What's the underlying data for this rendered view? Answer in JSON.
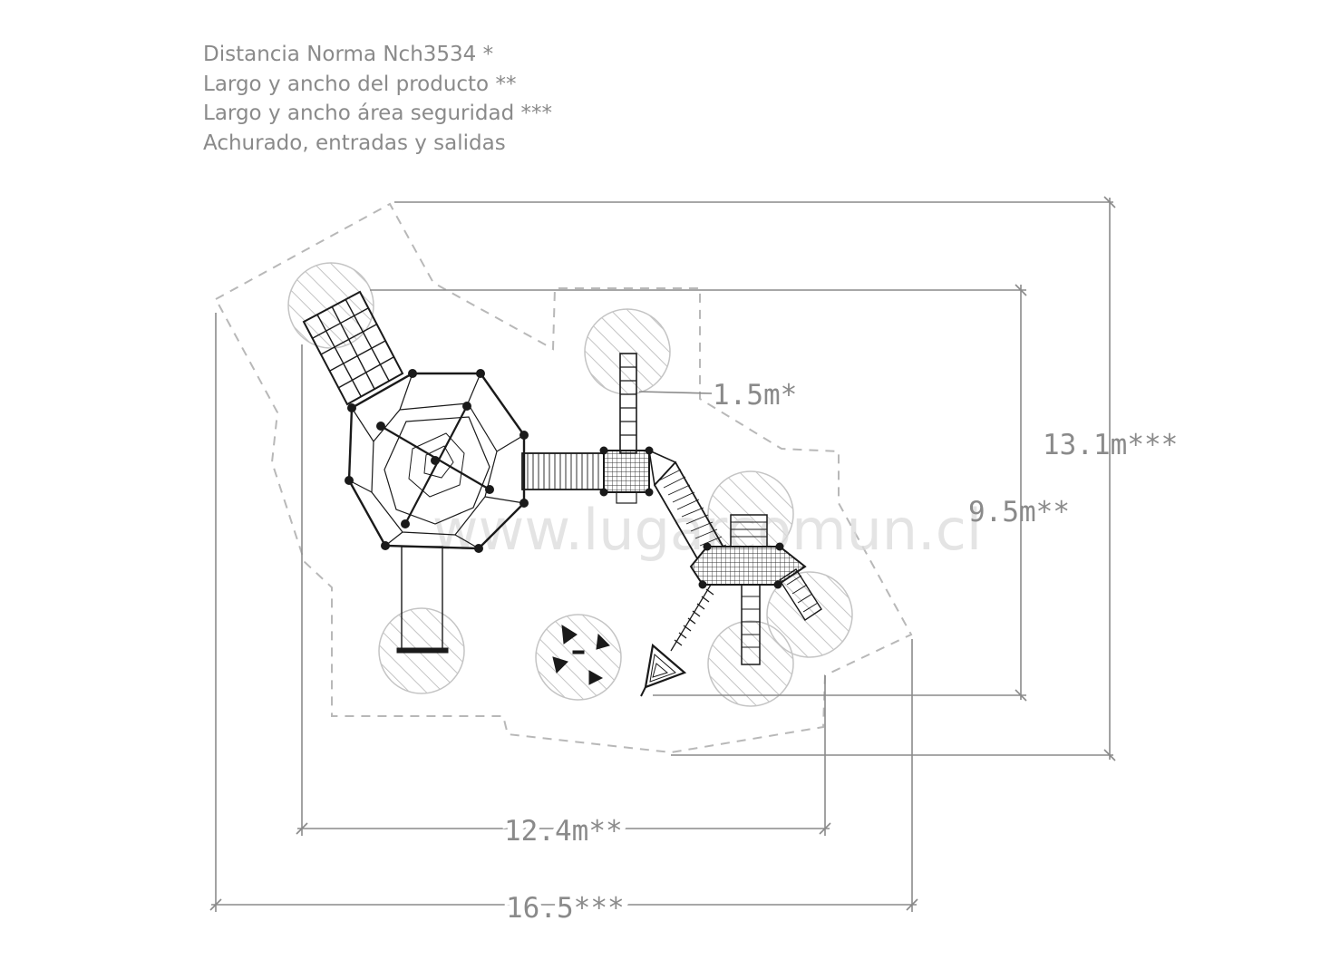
{
  "legend": [
    "Distancia Norma Nch3534 *",
    "Largo y ancho del producto **",
    "Largo y ancho área seguridad ***",
    "Achurado, entradas y salidas"
  ],
  "dimensions": {
    "norm_distance": "1.5m*",
    "safety_height": "13.1m***",
    "product_height": "9.5m**",
    "product_width": "12.4m**",
    "safety_width": "16.5***"
  },
  "watermark": "www.lugarcomun.cl",
  "colors": {
    "drawing": "#1a1a1a",
    "dimension": "#8a8a8a",
    "dashed": "#b8b8b8",
    "hatch": "#c4c4c4"
  }
}
